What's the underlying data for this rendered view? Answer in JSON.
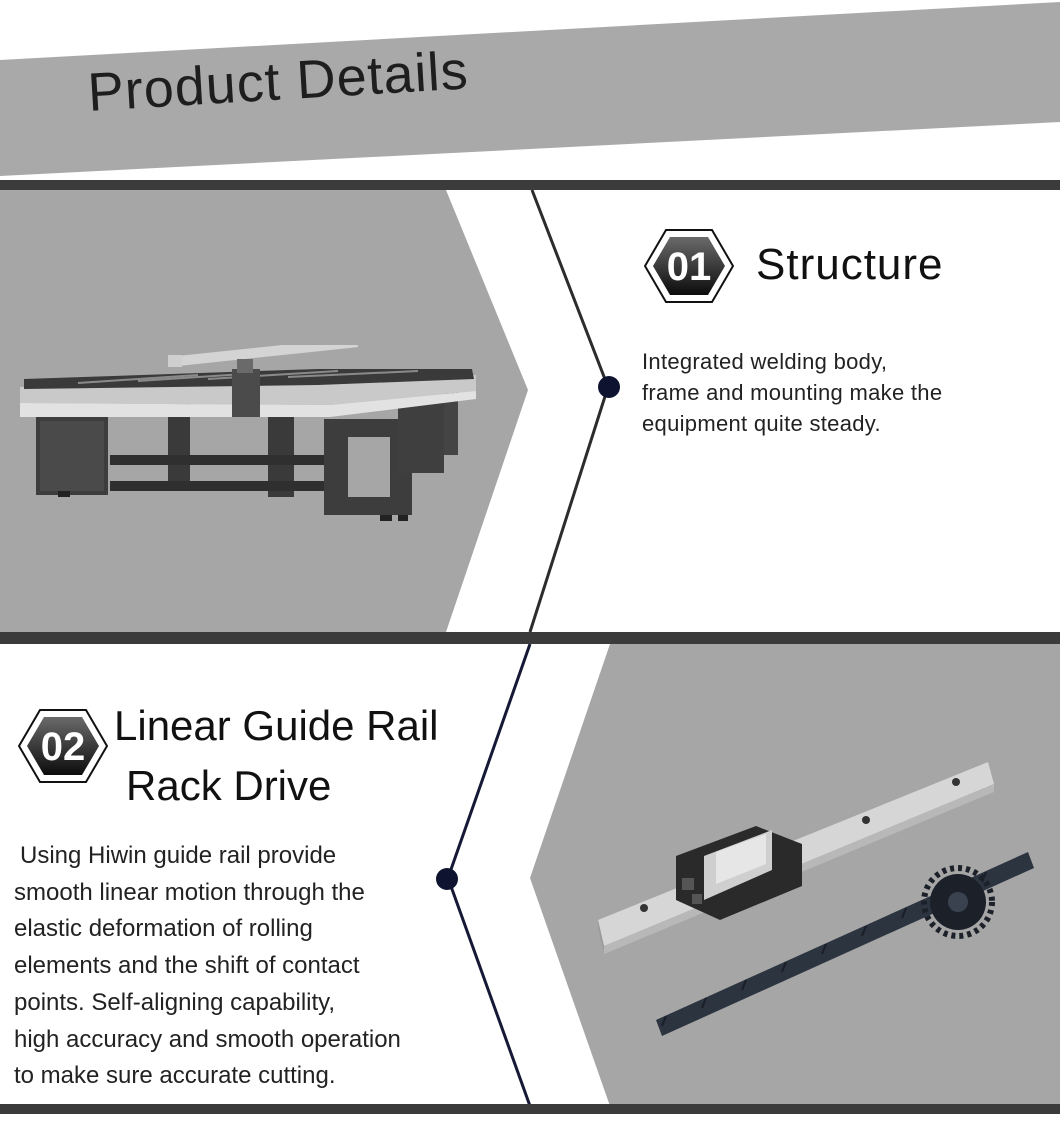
{
  "header": {
    "title": "Product Details"
  },
  "sections": [
    {
      "badge": "01",
      "title": "Structure",
      "desc_lines": [
        "Integrated welding body,",
        "frame and mounting make the",
        "equipment quite steady."
      ],
      "image": "cnc-cutting-machine-photo"
    },
    {
      "badge": "02",
      "title_lines": [
        "Linear Guide Rail",
        "Rack Drive"
      ],
      "desc_lines": [
        "Using Hiwin guide rail provide",
        "smooth linear motion through the",
        "elastic deformation of rolling",
        "elements and the shift of contact",
        "points. Self-aligning capability,",
        "high accuracy and smooth operation",
        "to make sure accurate cutting."
      ],
      "image": "linear-guide-rail-and-rack-photo"
    }
  ],
  "colors": {
    "gray_panel": "#a6a6a6",
    "divider": "#3b3b3b",
    "dot": "#0e1330",
    "text": "#111111"
  }
}
